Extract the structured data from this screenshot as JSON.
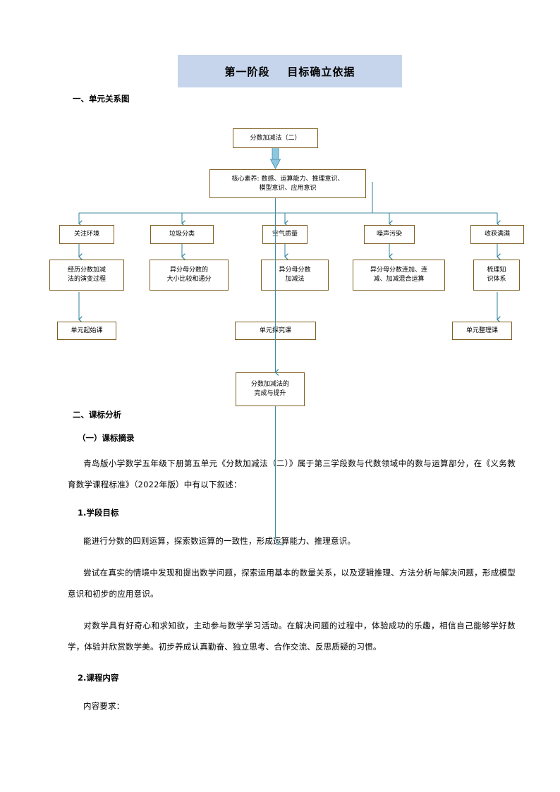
{
  "banner": {
    "title": "第一阶段    目标确立依据"
  },
  "sections": {
    "unit_diagram_heading": "一、单元关系图",
    "curriculum_heading": "二、课标分析",
    "excerpt_heading": "（一）课标摘录",
    "stage_goal_heading": "1.学段目标",
    "course_content_heading": "2.课程内容",
    "content_requirement": "内容要求："
  },
  "paragraphs": {
    "intro": "青岛版小学数学五年级下册第五单元《分数加减法（二）》属于第三学段数与代数领域中的数与运算部分，在《义务教育数学课程标准》（2022年版）中有以下叙述：",
    "goal_1": "能进行分数的四则运算，探索数运算的一致性，形成运算能力、推理意识。",
    "goal_2": "尝试在真实的情境中发现和提出数学问题，探索运用基本的数量关系，以及逻辑推理、方法分析与解决问题，形成模型意识和初步的应用意识。",
    "goal_3": "对数学具有好奇心和求知欲，主动参与数学学习活动。在解决问题的过程中，体验成功的乐趣，相信自己能够学好数学，体验并欣赏数学美。初步养成认真勤奋、独立思考、合作交流、反思质疑的习惯。"
  },
  "flowchart": {
    "root": "分数加减法（二）",
    "core_literacy_line1": "核心素养: 数感、运算能力、推理意识、",
    "core_literacy_line2": "模型意识、应用意识",
    "contexts": [
      "关注环境",
      "垃圾分类",
      "空气质量",
      "噪声污染",
      "收获满满"
    ],
    "topics": [
      {
        "line1": "经历分数加减",
        "line2": "法的演变过程"
      },
      {
        "line1": "异分母分数的",
        "line2": "大小比较和通分"
      },
      {
        "line1": "异分母分数",
        "line2": "加减法"
      },
      {
        "line1": "异分母分数连加、连",
        "line2": "减、加减混合运算"
      },
      {
        "line1": "梳理知",
        "line2": "识体系"
      }
    ],
    "lessons": [
      "单元起始课",
      "单元探究课",
      "单元整理课"
    ],
    "final": {
      "line1": "分数加减法的",
      "line2": "完成与提升"
    }
  },
  "colors": {
    "banner_bg": "#c6d5ec",
    "node_border": "#7f5f21",
    "connector": "#3f8ba3"
  }
}
